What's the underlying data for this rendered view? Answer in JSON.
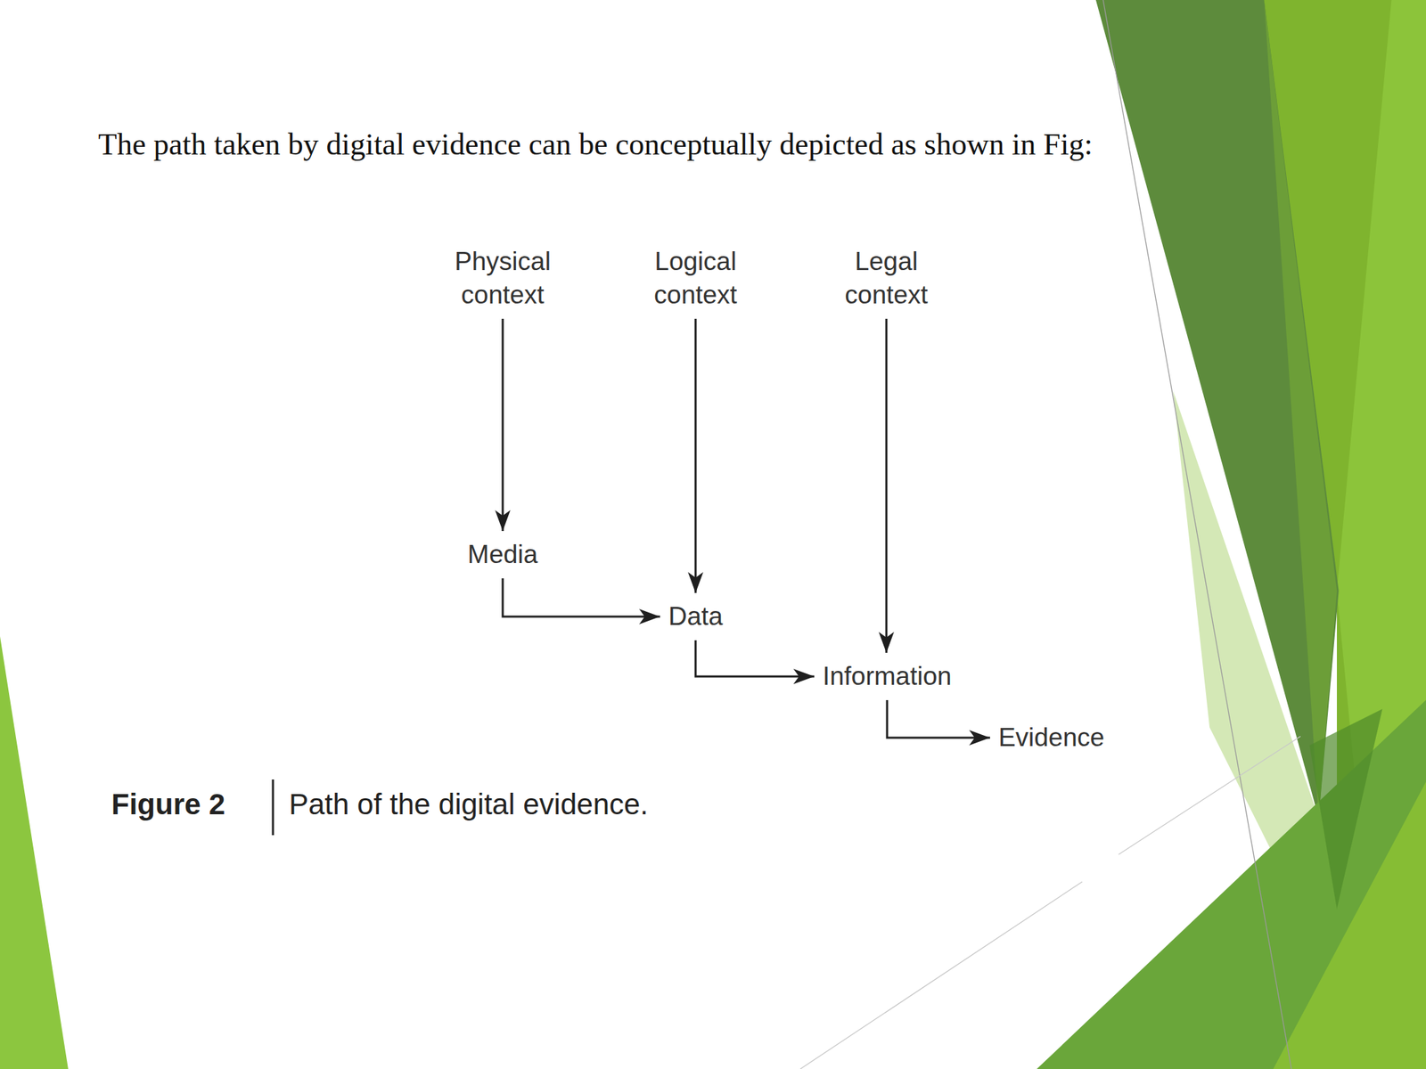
{
  "diagram": {
    "title": "The path taken by digital evidence can be conceptually depicted as shown in Fig:",
    "caption": "Path of the digital evidence.",
    "nodes": [
      {
        "text": [
          "Physical context"
        ]
      },
      {
        "text": [
          "Logical context"
        ]
      },
      {
        "text": [
          "Legal context"
        ]
      },
      {
        "text": [
          "Media"
        ]
      },
      {
        "text": [
          "Data"
        ]
      },
      {
        "text": [
          "Information"
        ]
      },
      {
        "text": [
          "Evidence"
        ]
      }
    ],
    "edges": [
      {
        "from": 0,
        "to": 3,
        "arrow": "to"
      },
      {
        "from": 1,
        "to": 4,
        "arrow": "to"
      },
      {
        "from": 2,
        "to": 5,
        "arrow": "to"
      },
      {
        "from": 3,
        "to": 4,
        "arrow": "to"
      },
      {
        "from": 4,
        "to": 5,
        "arrow": "to"
      },
      {
        "from": 5,
        "to": 6,
        "arrow": "to"
      }
    ],
    "labels": [
      "Figure 2"
    ]
  }
}
